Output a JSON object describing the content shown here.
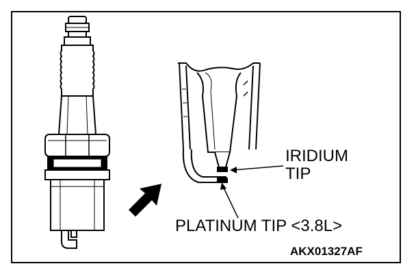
{
  "labels": {
    "iridium_line1": "IRIDIUM",
    "iridium_line2": "TIP",
    "platinum": "PLATINUM TIP <3.8L>",
    "figure_code": "AKX01327AF"
  },
  "icons": [
    "spark-plug-illustration",
    "arrow-icon",
    "electrode-detail-illustration"
  ],
  "colors": {
    "line": "#000000",
    "background": "#ffffff"
  }
}
